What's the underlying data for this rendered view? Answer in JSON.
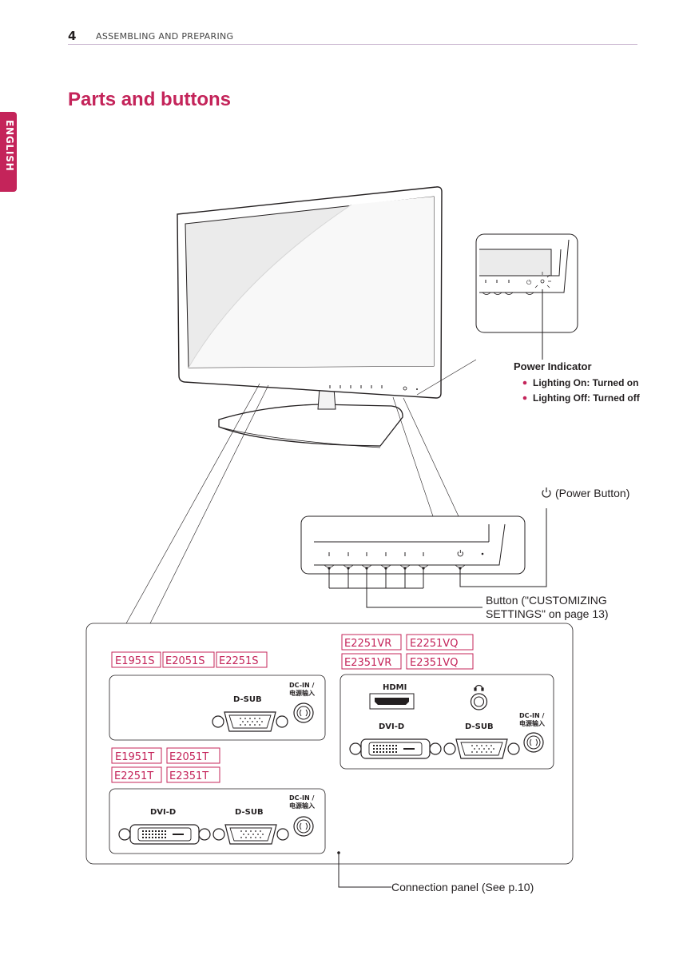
{
  "header": {
    "page_number": "4",
    "section": "ASSEMBLING AND PREPARING"
  },
  "side_tab": {
    "label": "ENGLISH"
  },
  "title": "Parts and buttons",
  "power_indicator": {
    "label": "Power Indicator",
    "items": [
      "Lighting On: Turned on",
      "Lighting Off: Turned off"
    ]
  },
  "power_button": {
    "label": "(Power Button)"
  },
  "button_callout": {
    "line1": "Button  (\"CUSTOMIZING",
    "line2": "SETTINGS\" on page 13)"
  },
  "connection_callout": {
    "label": "Connection panel (See p.10)"
  },
  "groups": {
    "s_models": [
      "E1951S",
      "E2051S",
      "E2251S"
    ],
    "t_models_row1": [
      "E1951T",
      "E2051T"
    ],
    "t_models_row2": [
      "E2251T",
      "E2351T"
    ],
    "v_models_row1": [
      "E2251VR",
      "E2251VQ"
    ],
    "v_models_row2": [
      "E2351VR",
      "E2351VQ"
    ]
  },
  "connectors": {
    "dsub": "D-SUB",
    "dvid": "DVI-D",
    "hdmi": "HDMI",
    "dcin_line1": "DC-IN /",
    "dcin_line2": "电源输入"
  },
  "colors": {
    "accent": "#c4245a",
    "line": "#231f20"
  }
}
